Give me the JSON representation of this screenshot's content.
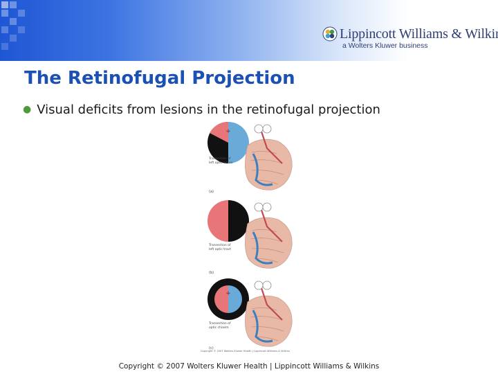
{
  "header": {
    "logo_name": "Lippincott Williams & Wilkins",
    "logo_tagline": "a Wolters Kluwer business",
    "band_color": "#1f56d4",
    "logo_color": "#2f3f73"
  },
  "slide": {
    "title": "The Retinofugal Projection",
    "title_color": "#1b50b4",
    "bullet_color": "#4f9a3a",
    "bullets": [
      "Visual deficits from lesions in the retinofugal projection"
    ]
  },
  "figure": {
    "panels": [
      {
        "caption_line1": "Transection of",
        "caption_line2": "left optic nerve",
        "panel_label": "(a)"
      },
      {
        "caption_line1": "Transection of",
        "caption_line2": "left optic tract",
        "panel_label": "(b)"
      },
      {
        "caption_line1": "Transection of",
        "caption_line2": "optic chiasm",
        "panel_label": "(c)"
      }
    ],
    "inner_copyright": "Copyright © 2007 Wolters Kluwer Health | Lippincott Williams & Wilkins",
    "colors": {
      "left_field": "#e87577",
      "right_field": "#6aaad8",
      "deficit": "#111111",
      "brain": "#e9b9a8",
      "pathway_red": "#c14a4f",
      "pathway_blue": "#3b7fbf"
    }
  },
  "footer": {
    "copyright": "Copyright © 2007 Wolters Kluwer Health | Lippincott Williams & Wilkins"
  }
}
